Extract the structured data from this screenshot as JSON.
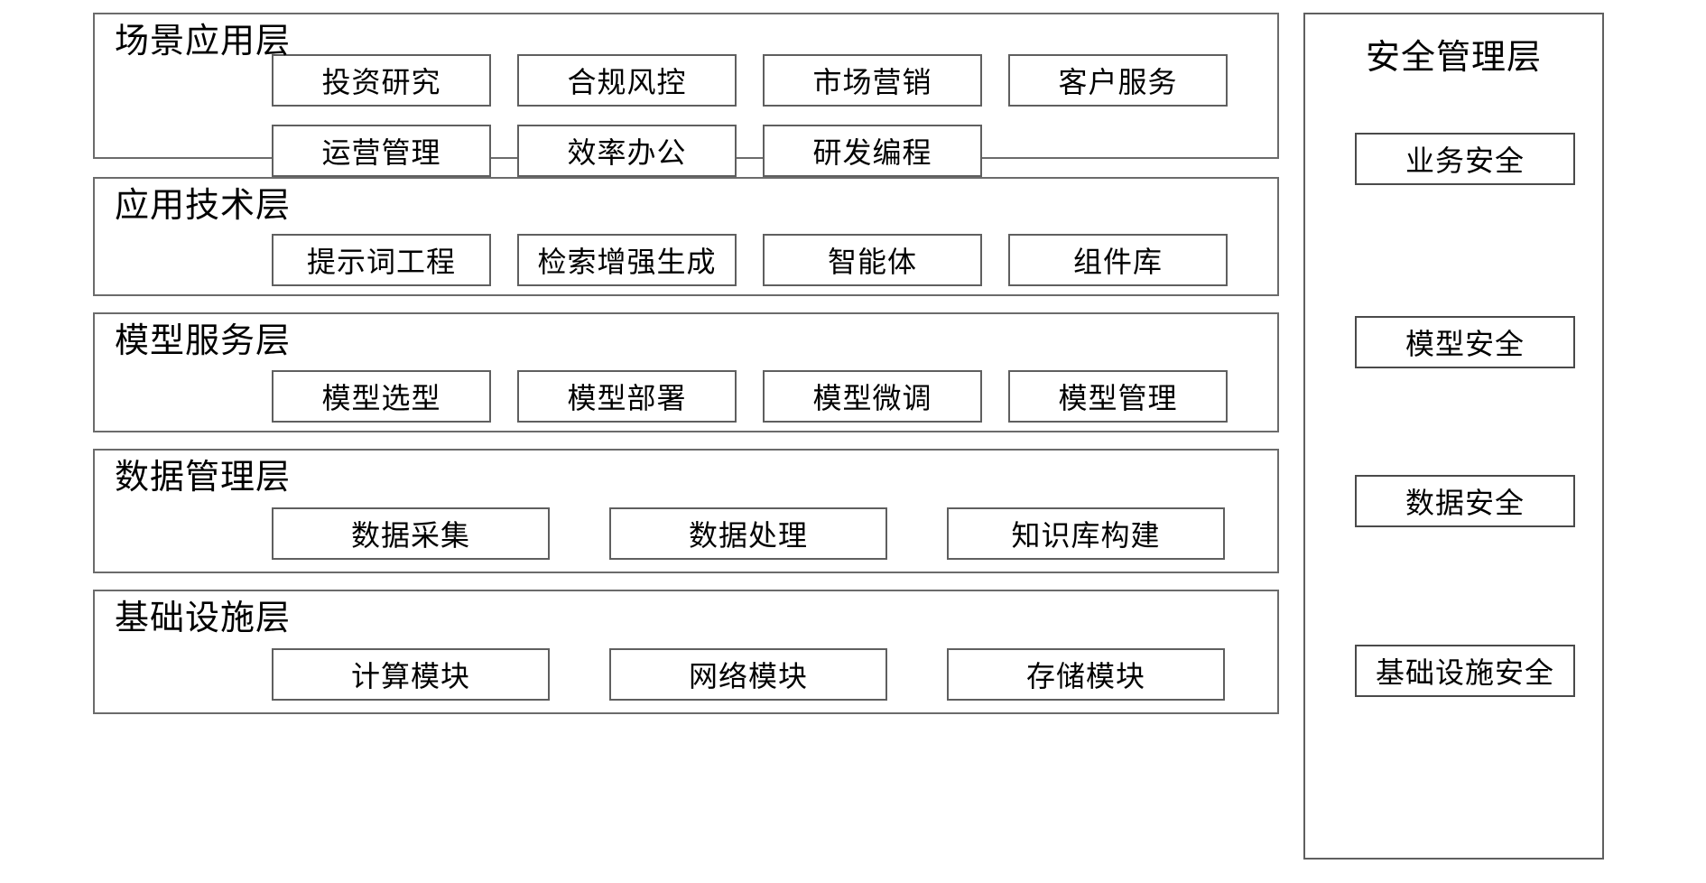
{
  "diagram": {
    "type": "layered-architecture",
    "orientation": "vertical-stack-with-side-panel",
    "stroke_color": "#5f5f5f",
    "background_color": "#ffffff",
    "text_color": "#000000"
  },
  "layers": [
    {
      "id": "scenario-application",
      "title": "场景应用层",
      "rows": [
        [
          "投资研究",
          "合规风控",
          "市场营销",
          "客户服务"
        ],
        [
          "运营管理",
          "效率办公",
          "研发编程"
        ]
      ]
    },
    {
      "id": "application-technology",
      "title": "应用技术层",
      "rows": [
        [
          "提示词工程",
          "检索增强生成",
          "智能体",
          "组件库"
        ]
      ]
    },
    {
      "id": "model-service",
      "title": "模型服务层",
      "rows": [
        [
          "模型选型",
          "模型部署",
          "模型微调",
          "模型管理"
        ]
      ]
    },
    {
      "id": "data-management",
      "title": "数据管理层",
      "rows": [
        [
          "数据采集",
          "数据处理",
          "知识库构建"
        ]
      ]
    },
    {
      "id": "infrastructure",
      "title": "基础设施层",
      "rows": [
        [
          "计算模块",
          "网络模块",
          "存储模块"
        ]
      ]
    }
  ],
  "security_panel": {
    "title": "安全管理层",
    "items": [
      "业务安全",
      "模型安全",
      "数据安全",
      "基础设施安全"
    ]
  }
}
